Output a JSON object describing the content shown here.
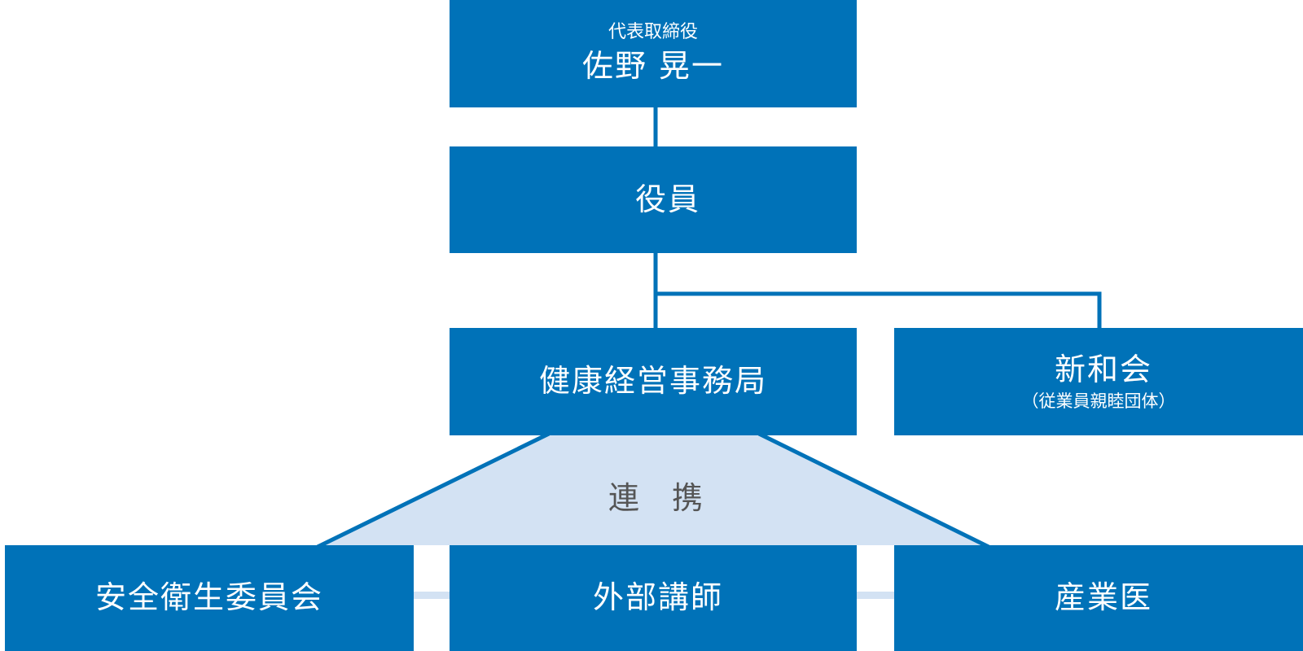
{
  "ceo": {
    "role": "代表取締役",
    "name": "佐野 晃一"
  },
  "officers": {
    "label": "役員"
  },
  "health_office": {
    "label": "健康経営事務局"
  },
  "shinwakai": {
    "label": "新和会",
    "note": "（従業員親睦団体）"
  },
  "collaboration": {
    "label": "連携"
  },
  "safety_committee": {
    "label": "安全衛生委員会"
  },
  "external_lecturer": {
    "label": "外部講師"
  },
  "industrial_doctor": {
    "label": "産業医"
  },
  "colors": {
    "box": "#0072b8",
    "collab_fill": "#d3e2f3",
    "collab_text": "#555555"
  }
}
